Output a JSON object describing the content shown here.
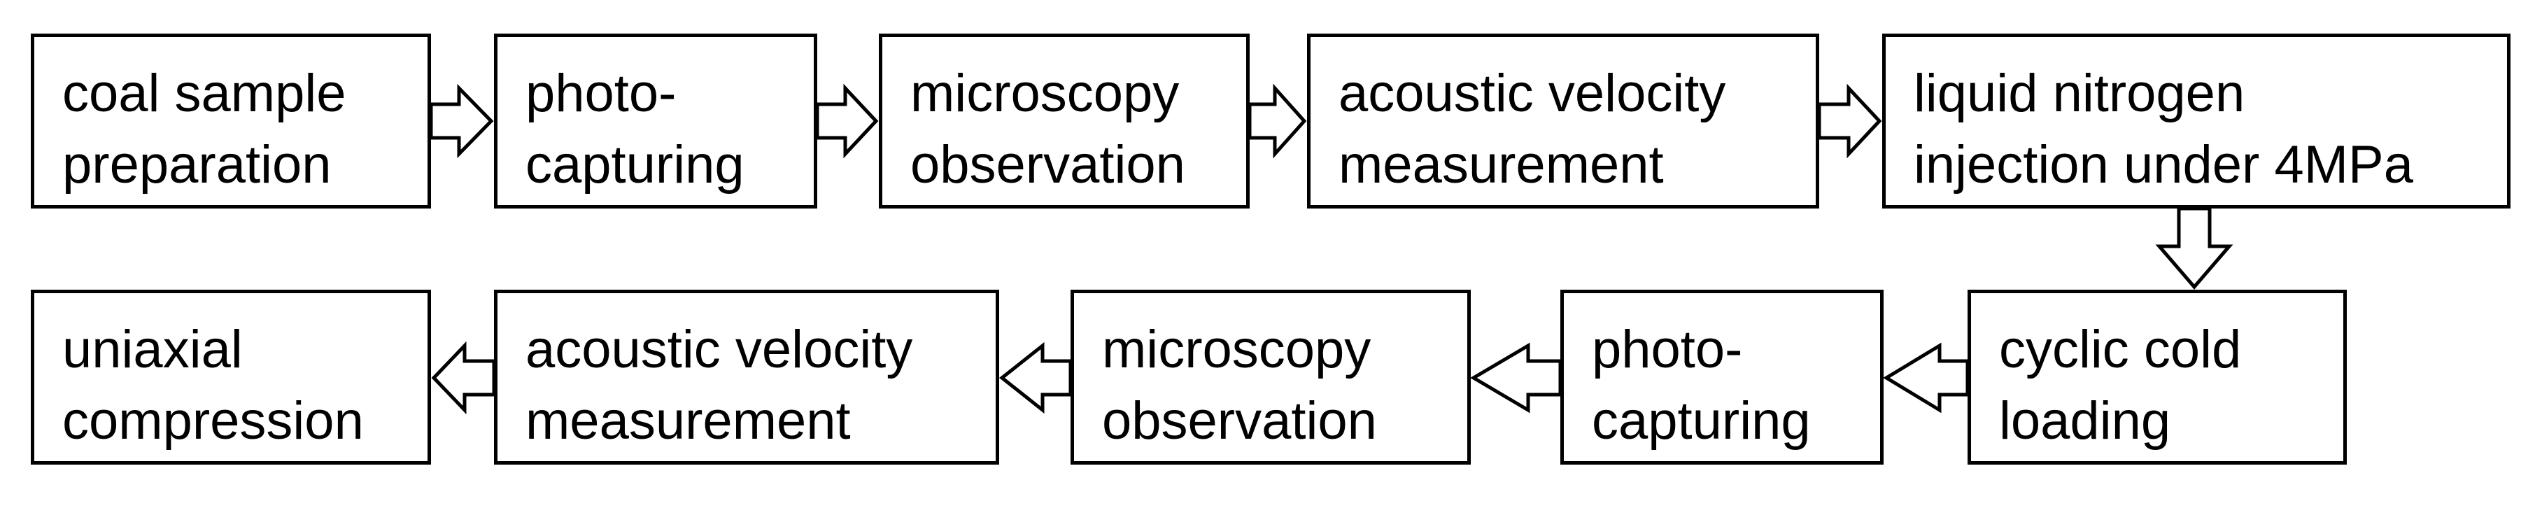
{
  "steps": [
    {
      "id": "coal-sample-preparation",
      "label": "coal sample\npreparation"
    },
    {
      "id": "photo-capturing-1",
      "label": "photo-\ncapturing"
    },
    {
      "id": "microscopy-observation-1",
      "label": "microscopy\nobservation"
    },
    {
      "id": "acoustic-velocity-measurement-1",
      "label": "acoustic velocity\nmeasurement"
    },
    {
      "id": "liquid-nitrogen-injection",
      "label": "liquid nitrogen\ninjection under 4MPa"
    },
    {
      "id": "cyclic-cold-loading",
      "label": "cyclic cold\nloading"
    },
    {
      "id": "photo-capturing-2",
      "label": "photo-\ncapturing"
    },
    {
      "id": "microscopy-observation-2",
      "label": "microscopy\nobservation"
    },
    {
      "id": "acoustic-velocity-measurement-2",
      "label": "acoustic velocity\nmeasurement"
    },
    {
      "id": "uniaxial-compression",
      "label": "uniaxial\ncompression"
    }
  ]
}
